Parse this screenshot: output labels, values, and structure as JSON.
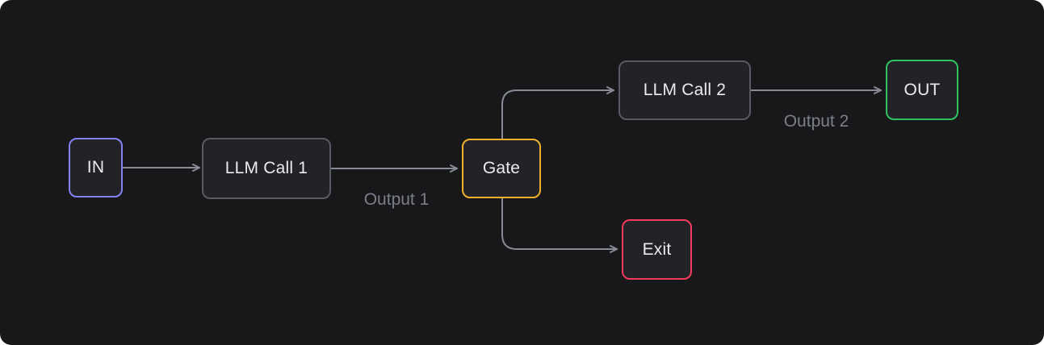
{
  "diagram": {
    "type": "flowchart",
    "description": "LLM routing workflow with gated branch",
    "nodes": [
      {
        "id": "in",
        "label": "IN",
        "border_color": "#8183f4",
        "role": "input"
      },
      {
        "id": "llm1",
        "label": "LLM Call 1",
        "border_color": "#565b64",
        "role": "process"
      },
      {
        "id": "gate",
        "label": "Gate",
        "border_color": "#f0b02c",
        "role": "decision"
      },
      {
        "id": "llm2",
        "label": "LLM Call 2",
        "border_color": "#565b64",
        "role": "process"
      },
      {
        "id": "out",
        "label": "OUT",
        "border_color": "#2fc35f",
        "role": "output"
      },
      {
        "id": "exit",
        "label": "Exit",
        "border_color": "#f23a5c",
        "role": "terminal"
      }
    ],
    "edges": [
      {
        "from": "in",
        "to": "llm1",
        "label": ""
      },
      {
        "from": "llm1",
        "to": "gate",
        "label": "Output 1"
      },
      {
        "from": "gate",
        "to": "llm2",
        "label": ""
      },
      {
        "from": "llm2",
        "to": "out",
        "label": "Output 2"
      },
      {
        "from": "gate",
        "to": "exit",
        "label": ""
      }
    ],
    "edge_labels": {
      "output1": "Output 1",
      "output2": "Output 2"
    },
    "colors": {
      "panel_background": "#18181b",
      "node_fill": "#232327",
      "node_text": "#ebebee",
      "connector": "#868b95",
      "edge_label_text": "#7b7f89",
      "accent_in": "#8183f4",
      "accent_gate": "#f0b02c",
      "accent_out": "#2fc35f",
      "accent_exit": "#f23a5c",
      "neutral_border": "#565b64"
    }
  }
}
